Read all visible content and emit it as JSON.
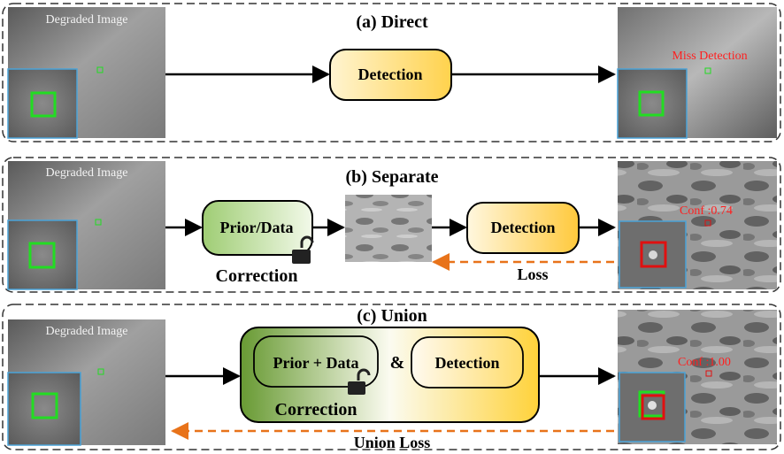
{
  "panels": {
    "a": {
      "title": "(a) Direct",
      "input_label": "Degraded Image",
      "detection_label": "Detection",
      "output_label": "Miss Detection"
    },
    "b": {
      "title": "(b) Separate",
      "input_label": "Degraded Image",
      "prior_label": "Prior/Data",
      "correction_label": "Correction",
      "detection_label": "Detection",
      "loss_label": "Loss",
      "output_label": "Conf :0.74"
    },
    "c": {
      "title": "(c) Union",
      "input_label": "Degraded Image",
      "prior_label": "Prior + Data",
      "amp_label": "&",
      "detection_label": "Detection",
      "correction_label": "Correction",
      "loss_label": "Union Loss",
      "output_label": "Conf :1.00"
    }
  },
  "colors": {
    "panel_border": "#333333",
    "arrow": "#000000",
    "loss_arrow": "#e8731a",
    "detection_fill_light": "#fff2cc",
    "detection_fill_dark": "#ffd966",
    "prior_fill_light": "#f3f9e8",
    "prior_fill_dark": "#a9d08e",
    "union_fill_left": "#6d9a3a",
    "union_fill_right": "#ffd54a",
    "box_green": "#22dd22",
    "box_red": "#e01010",
    "inset_border": "#4aa3d8",
    "label_red": "#ff2020"
  },
  "icons": [
    "unlock-icon"
  ]
}
